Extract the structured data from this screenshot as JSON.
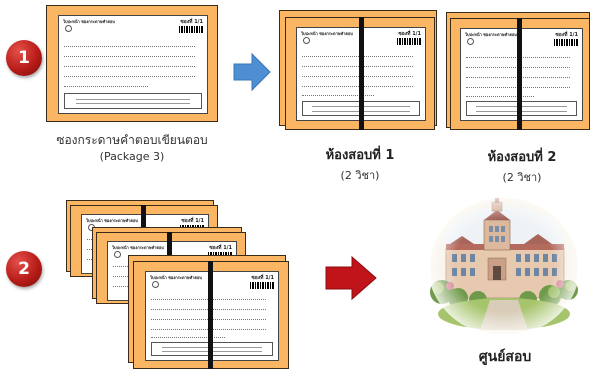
{
  "steps": {
    "one": "1",
    "two": "2"
  },
  "form": {
    "title": "ใบปะหน้า ซองกระดาษคำตอบ",
    "sheet_label": "ซองที่ 1/1"
  },
  "package": {
    "title": "ซองกระดาษคำตอบเขียนตอบ",
    "subtitle": "(Package 3)"
  },
  "rooms": [
    {
      "title": "ห้องสอบที่ 1",
      "subtitle": "(2 วิชา)"
    },
    {
      "title": "ห้องสอบที่ 2",
      "subtitle": "(2 วิชา)"
    }
  ],
  "center": {
    "title": "ศูนย์สอบ"
  },
  "colors": {
    "envelope": "#fbb664",
    "badge": "#b81c18",
    "arrow_step1": "#4e8fd4",
    "arrow_step2": "#c0141a"
  },
  "icons": {
    "step1_arrow": "arrow-right-icon",
    "step2_arrow": "arrow-right-icon",
    "center": "building-icon"
  }
}
